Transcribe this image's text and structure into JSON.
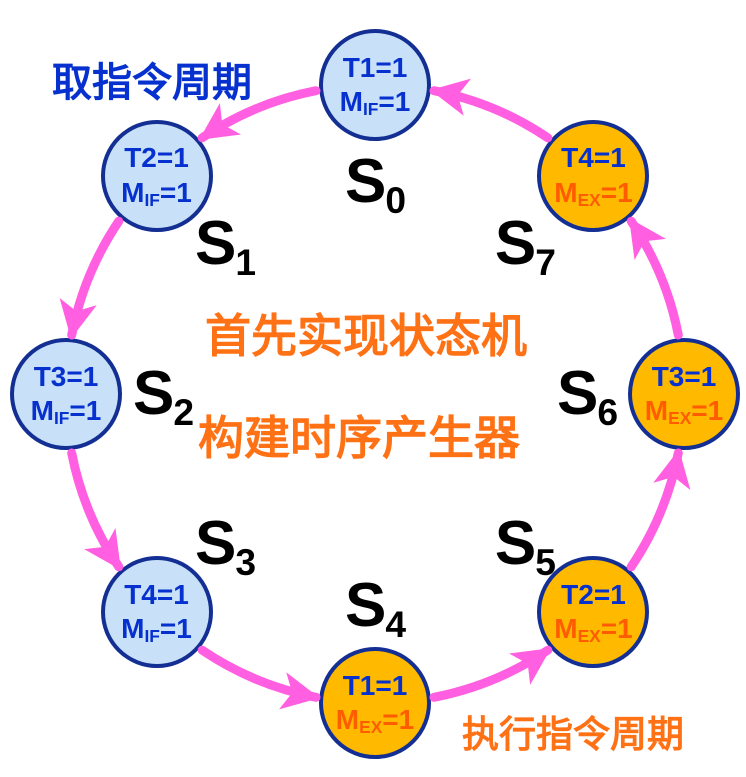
{
  "diagram": {
    "fetch_cycle_label": "取指令周期",
    "execute_cycle_label": "执行指令周期",
    "center_title_line1": "首先实现状态机",
    "center_title_line2": "构建时序产生器"
  },
  "colors": {
    "fetch_state_fill": "#C8E1F9",
    "execute_state_fill": "#FFBA00",
    "state_border": "#142F93",
    "blue_text": "#0631CE",
    "m_ex_text": "#FF5C00",
    "orange_text": "#FF7115",
    "arrow": "#FF5FE0",
    "state_name_text": "#000000"
  },
  "states": [
    {
      "name": "S0",
      "base": "S",
      "sub": "0",
      "t": "T1=1",
      "m_base": "M",
      "m_sub": "IF",
      "m_eq": "=1",
      "phase": "fetch"
    },
    {
      "name": "S1",
      "base": "S",
      "sub": "1",
      "t": "T2=1",
      "m_base": "M",
      "m_sub": "IF",
      "m_eq": "=1",
      "phase": "fetch"
    },
    {
      "name": "S2",
      "base": "S",
      "sub": "2",
      "t": "T3=1",
      "m_base": "M",
      "m_sub": "IF",
      "m_eq": "=1",
      "phase": "fetch"
    },
    {
      "name": "S3",
      "base": "S",
      "sub": "3",
      "t": "T4=1",
      "m_base": "M",
      "m_sub": "IF",
      "m_eq": "=1",
      "phase": "fetch"
    },
    {
      "name": "S4",
      "base": "S",
      "sub": "4",
      "t": "T1=1",
      "m_base": "M",
      "m_sub": "EX",
      "m_eq": "=1",
      "phase": "execute"
    },
    {
      "name": "S5",
      "base": "S",
      "sub": "5",
      "t": "T2=1",
      "m_base": "M",
      "m_sub": "EX",
      "m_eq": "=1",
      "phase": "execute"
    },
    {
      "name": "S6",
      "base": "S",
      "sub": "6",
      "t": "T3=1",
      "m_base": "M",
      "m_sub": "EX",
      "m_eq": "=1",
      "phase": "execute"
    },
    {
      "name": "S7",
      "base": "S",
      "sub": "7",
      "t": "T4=1",
      "m_base": "M",
      "m_sub": "EX",
      "m_eq": "=1",
      "phase": "execute"
    }
  ]
}
